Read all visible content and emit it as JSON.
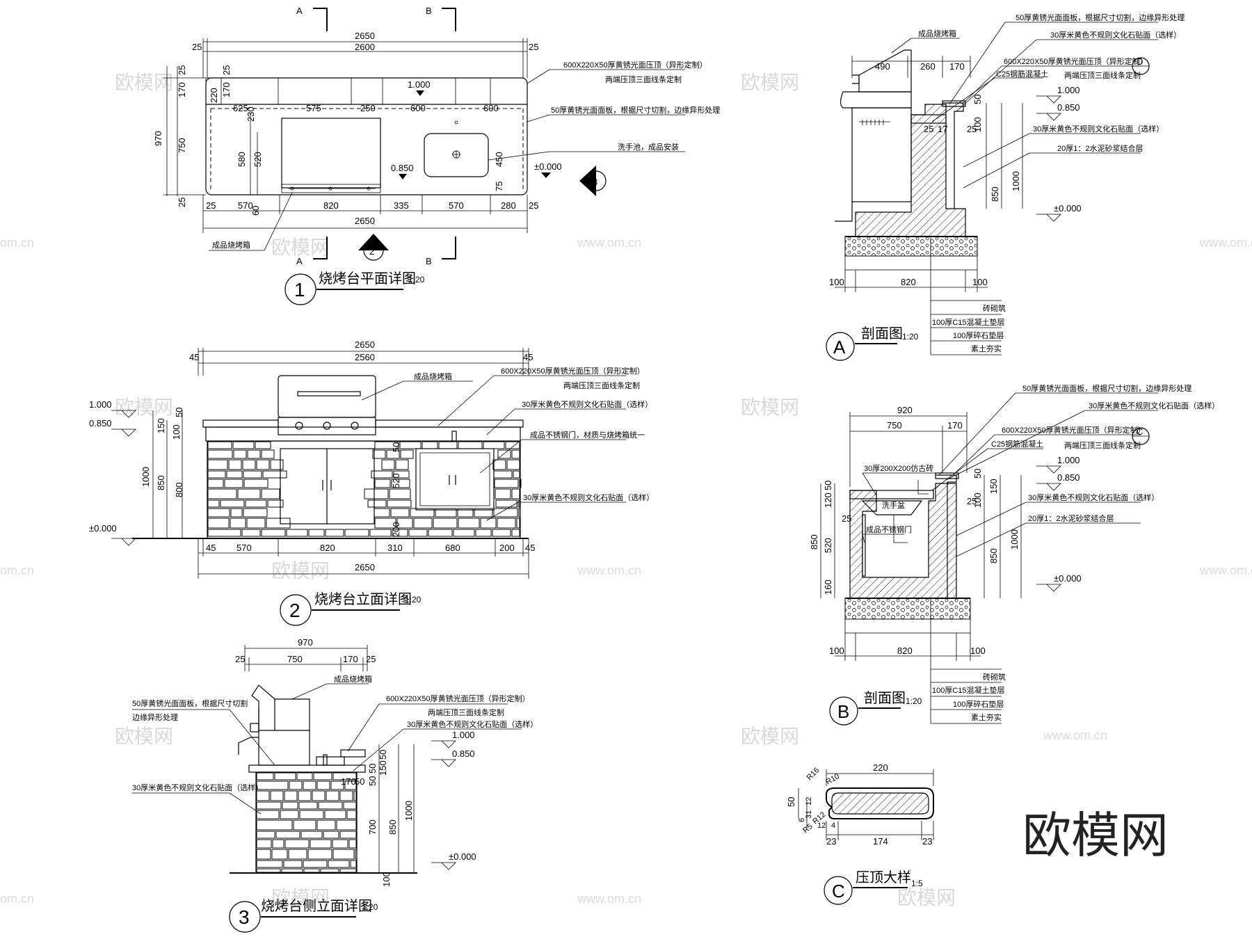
{
  "watermark": {
    "brand": "欧模网",
    "url": "www.om.cn",
    "url_fragment": "om.cn"
  },
  "plan": {
    "title": "烧烤台平面详图",
    "scale": "1:20",
    "marker": "1",
    "dims_top": [
      "2650",
      "2600",
      "25",
      "25"
    ],
    "dims_row": [
      "625",
      "575",
      "250",
      "600",
      "600"
    ],
    "dims_bottom": [
      "25",
      "570",
      "60",
      "820",
      "335",
      "570",
      "280",
      "25",
      "2650"
    ],
    "dims_left": [
      "970",
      "25",
      "170",
      "750",
      "25",
      "220",
      "170",
      "25"
    ],
    "dims_inner": [
      "230",
      "580",
      "520",
      "450",
      "75"
    ],
    "levels": [
      "1.000",
      "0.850",
      "±0.000"
    ],
    "notes": [
      "600X220X50厚黄锈光面压顶（异形定制）",
      "两端压顶三面线条定制",
      "50厚黄锈光面面板，根据尺寸切割，边缘异形处理",
      "洗手池，成品安装",
      "成品烧烤箱"
    ],
    "section_a": "A",
    "section_b": "B",
    "marker_2": "2",
    "marker_3": "3"
  },
  "front": {
    "title": "烧烤台立面详图",
    "scale": "1:20",
    "marker": "2",
    "dims_top": [
      "2650",
      "2560",
      "45",
      "45"
    ],
    "dims_bottom": [
      "45",
      "570",
      "820",
      "310",
      "680",
      "200",
      "45",
      "2650"
    ],
    "dims_left": [
      "1000",
      "850",
      "150",
      "50",
      "100",
      "800"
    ],
    "dims_mid": [
      "50",
      "520",
      "200"
    ],
    "levels": [
      "1.000",
      "0.850",
      "±0.000"
    ],
    "notes": [
      "成品烧烤箱",
      "600X220X50厚黄锈光面压顶（异形定制）",
      "两端压顶三面线条定制",
      "30厚米黄色不规则文化石贴面（选样）",
      "成品不锈钢门，材质与烧烤箱统一",
      "30厚米黄色不规则文化石贴面（选样）"
    ]
  },
  "side": {
    "title": "烧烤台侧立面详图",
    "scale": "1:20",
    "marker": "3",
    "dims_top": [
      "970",
      "25",
      "750",
      "170",
      "25"
    ],
    "dims_right": [
      "50",
      "150",
      "50",
      "50",
      "700",
      "850",
      "1000",
      "100",
      "50",
      "170"
    ],
    "levels": [
      "1.000",
      "0.850",
      "±0.000"
    ],
    "notes": [
      "成品烧烤箱",
      "50厚黄锈光面面板，根据尺寸切割",
      "边缘异形处理",
      "600X220X50厚黄锈光面压顶（异形定制）",
      "两端压顶三面线条定制",
      "30厚米黄色不规则文化石贴面（选样）",
      "30厚米黄色不规则文化石贴面（选样）"
    ]
  },
  "section_a": {
    "title": "剖面图",
    "scale": "1:20",
    "marker": "A",
    "dims": [
      "490",
      "260",
      "170",
      "50",
      "100",
      "25",
      "850",
      "1000",
      "100",
      "820",
      "100",
      "25",
      "17"
    ],
    "levels": [
      "1.000",
      "0.850",
      "±0.000"
    ],
    "notes": [
      "成品烧烤箱",
      "50厚黄锈光面面板，根据尺寸切割，边缘异形处理",
      "30厚米黄色不规则文化石贴面（选样）",
      "600X220X50厚黄锈光面压顶（异形定制）",
      "两端压顶三面线条定制",
      "C25钢筋混凝土",
      "30厚米黄色不规则文化石贴面（选样）",
      "20厚1：2水泥砂浆结合层"
    ],
    "layers": [
      "砖砌筑",
      "100厚C15混凝土垫层",
      "100厚碎石垫层",
      "素土夯实"
    ],
    "callout": "D"
  },
  "section_b": {
    "title": "剖面图",
    "scale": "1:20",
    "marker": "B",
    "dims": [
      "920",
      "750",
      "170",
      "50",
      "120",
      "25",
      "520",
      "850",
      "160",
      "50",
      "150",
      "100",
      "25",
      "850",
      "1000",
      "100",
      "820",
      "100"
    ],
    "levels": [
      "1.000",
      "0.850",
      "±0.000"
    ],
    "notes": [
      "50厚黄锈光面面板，根据尺寸切割，边缘异形处理",
      "30厚米黄色不规则文化石贴面（选样）",
      "600X220X50厚黄锈光面压顶（异形定制）",
      "两端压顶三面线条定制",
      "C25钢筋混凝土",
      "30厚200X200仿古砖",
      "洗手盆",
      "成品不锈钢门",
      "30厚米黄色不规则文化石贴面（选样）",
      "20厚1：2水泥砂浆结合层"
    ],
    "layers": [
      "砖砌筑",
      "100厚C15混凝土垫层",
      "100厚碎石垫层",
      "素土夯实"
    ],
    "callout": "C"
  },
  "coping": {
    "title": "压顶大样",
    "scale": "1:5",
    "marker": "C",
    "dims_top": "220",
    "radii": [
      "R16",
      "R10",
      "R5",
      "R12"
    ],
    "dims_left": [
      "50",
      "12",
      "31",
      "6",
      "12",
      "4"
    ],
    "dims_bottom": [
      "23",
      "174",
      "23"
    ]
  }
}
